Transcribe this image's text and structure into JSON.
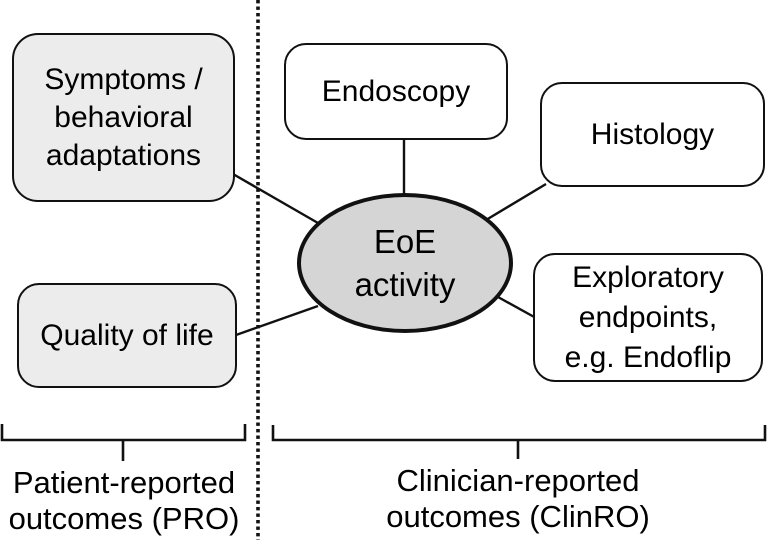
{
  "diagram": {
    "title_implicit": "EoE activity outcome measures",
    "center": {
      "line1": "EoE",
      "line2": "activity"
    },
    "nodes": {
      "symptoms": {
        "line1": "Symptoms /",
        "line2": "behavioral",
        "line3": "adaptations"
      },
      "endoscopy": {
        "label": "Endoscopy"
      },
      "histology": {
        "label": "Histology"
      },
      "quality": {
        "label": "Quality of life"
      },
      "exploratory": {
        "line1": "Exploratory",
        "line2": "endpoints,",
        "line3": "e.g. Endoflip"
      }
    },
    "groups": {
      "pro": {
        "line1": "Patient-reported",
        "line2": "outcomes (PRO)"
      },
      "clinro": {
        "line1": "Clinician-reported",
        "line2": "outcomes (ClinRO)"
      }
    },
    "colors": {
      "pro_node_fill": "#ececec",
      "clinro_node_fill": "#ffffff",
      "center_fill": "#d5d5d5",
      "stroke": "#111111",
      "background": "#ffffff"
    }
  }
}
